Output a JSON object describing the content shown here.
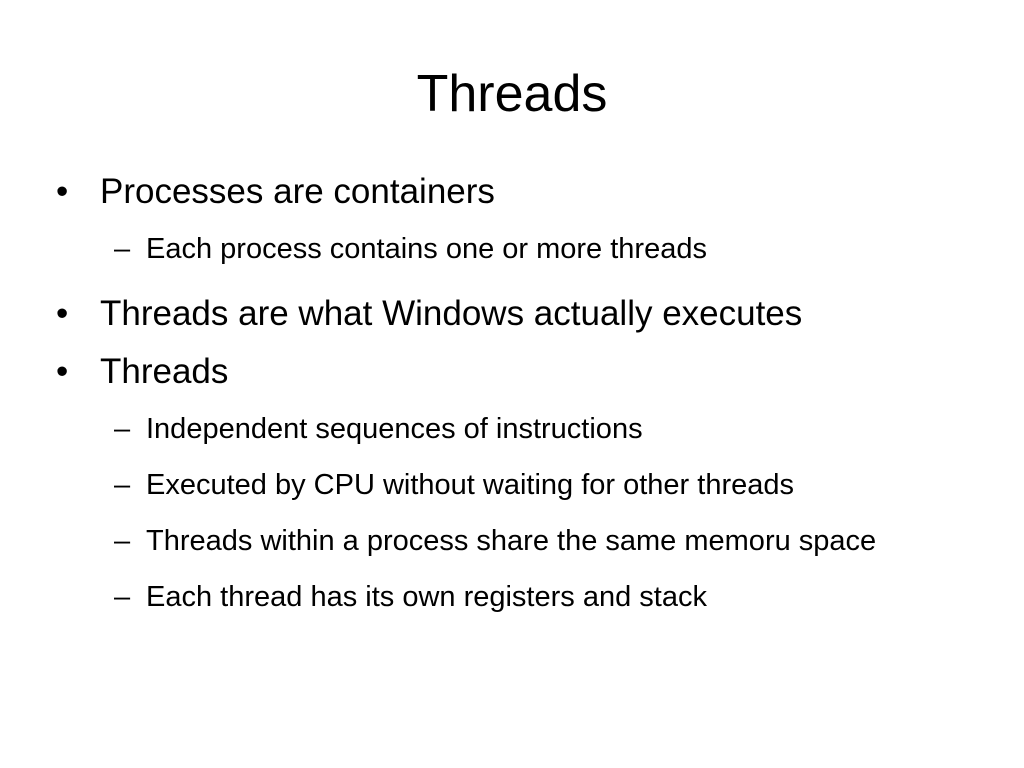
{
  "slide": {
    "title": "Threads",
    "bullets": [
      {
        "text": "Processes are containers",
        "subitems": [
          "Each process contains one or more threads"
        ]
      },
      {
        "text": "Threads are what Windows actually executes",
        "subitems": []
      },
      {
        "text": "Threads",
        "subitems": [
          "Independent sequences of instructions",
          "Executed by CPU without waiting for other threads",
          "Threads within a process share the same memoru space",
          "Each thread has its own registers and stack"
        ]
      }
    ],
    "bullet_glyph": "•",
    "dash_glyph": "–"
  }
}
